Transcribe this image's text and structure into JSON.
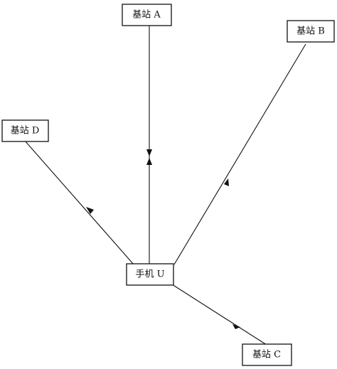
{
  "nodes": {
    "base_station_a": {
      "label": "基站 A"
    },
    "base_station_b": {
      "label": "基站 B"
    },
    "base_station_c": {
      "label": "基站 C"
    },
    "base_station_d": {
      "label": "基站 D"
    },
    "mobile_u": {
      "label": "手机 U"
    }
  },
  "edges": [
    {
      "from": "mobile_u",
      "to": "base_station_a"
    },
    {
      "from": "mobile_u",
      "to": "base_station_b"
    },
    {
      "from": "mobile_u",
      "to": "base_station_c"
    },
    {
      "from": "mobile_u",
      "to": "base_station_d"
    }
  ],
  "colors": {
    "stroke": "#111111",
    "background": "#ffffff"
  }
}
